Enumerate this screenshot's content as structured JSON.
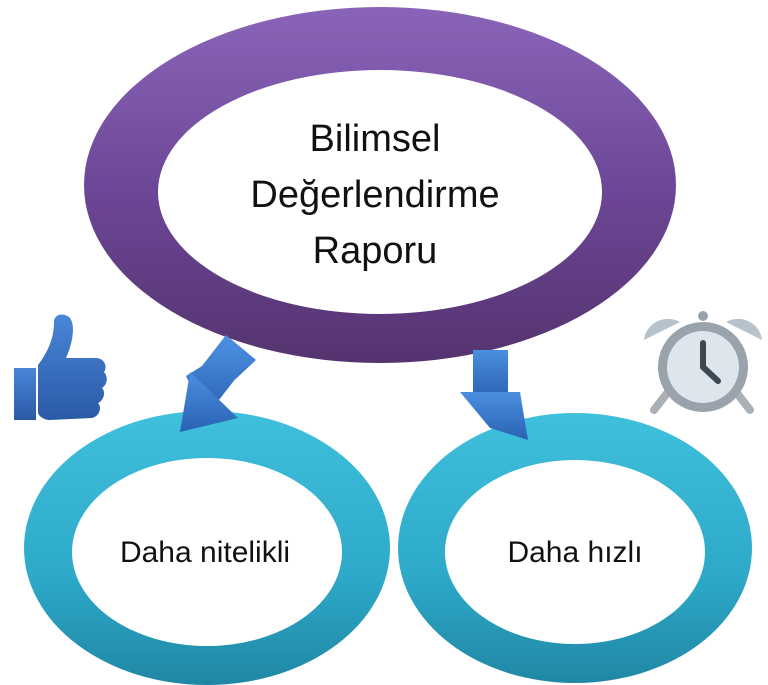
{
  "nodes": {
    "top": {
      "lines": [
        "Bilimsel",
        "Değerlendirme",
        "Raporu"
      ],
      "ring_color": "#6b4594"
    },
    "left": {
      "label": "Daha nitelikli",
      "ring_color": "#2ea9c9"
    },
    "right": {
      "label": "Daha hızlı",
      "ring_color": "#2ea9c9"
    }
  },
  "arrows": {
    "color": "#2d6fc2"
  },
  "icons": {
    "thumbs_up": "thumbs-up-icon",
    "alarm_clock": "alarm-clock-icon"
  }
}
